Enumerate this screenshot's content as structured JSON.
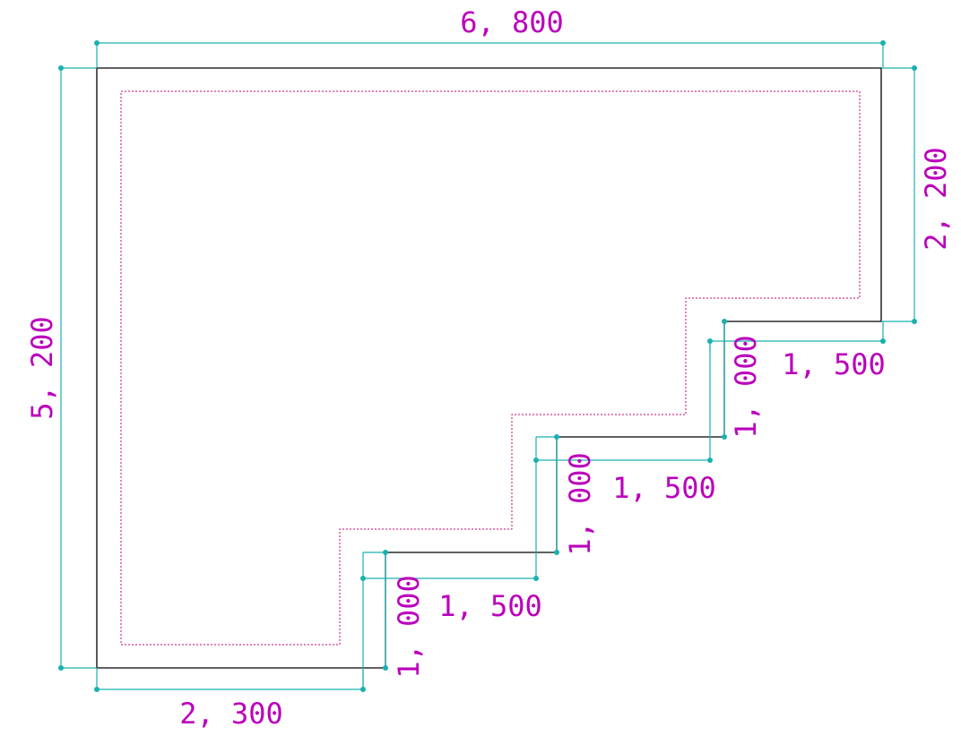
{
  "drawing": {
    "colors": {
      "outline": "#000000",
      "offset": "#cc0077",
      "dimension_line": "#1ab0b0",
      "dimension_text": "#bb00bb"
    },
    "dimensions": {
      "overall_width": "6, 800",
      "overall_height": "5, 200",
      "right_height": "2, 200",
      "bottom_width": "2, 300",
      "step1_width": "1, 500",
      "step1_height": "1, 000",
      "step2_width": "1, 500",
      "step2_height": "1, 000",
      "step3_width": "1, 500",
      "step3_height": "1, 000"
    }
  }
}
